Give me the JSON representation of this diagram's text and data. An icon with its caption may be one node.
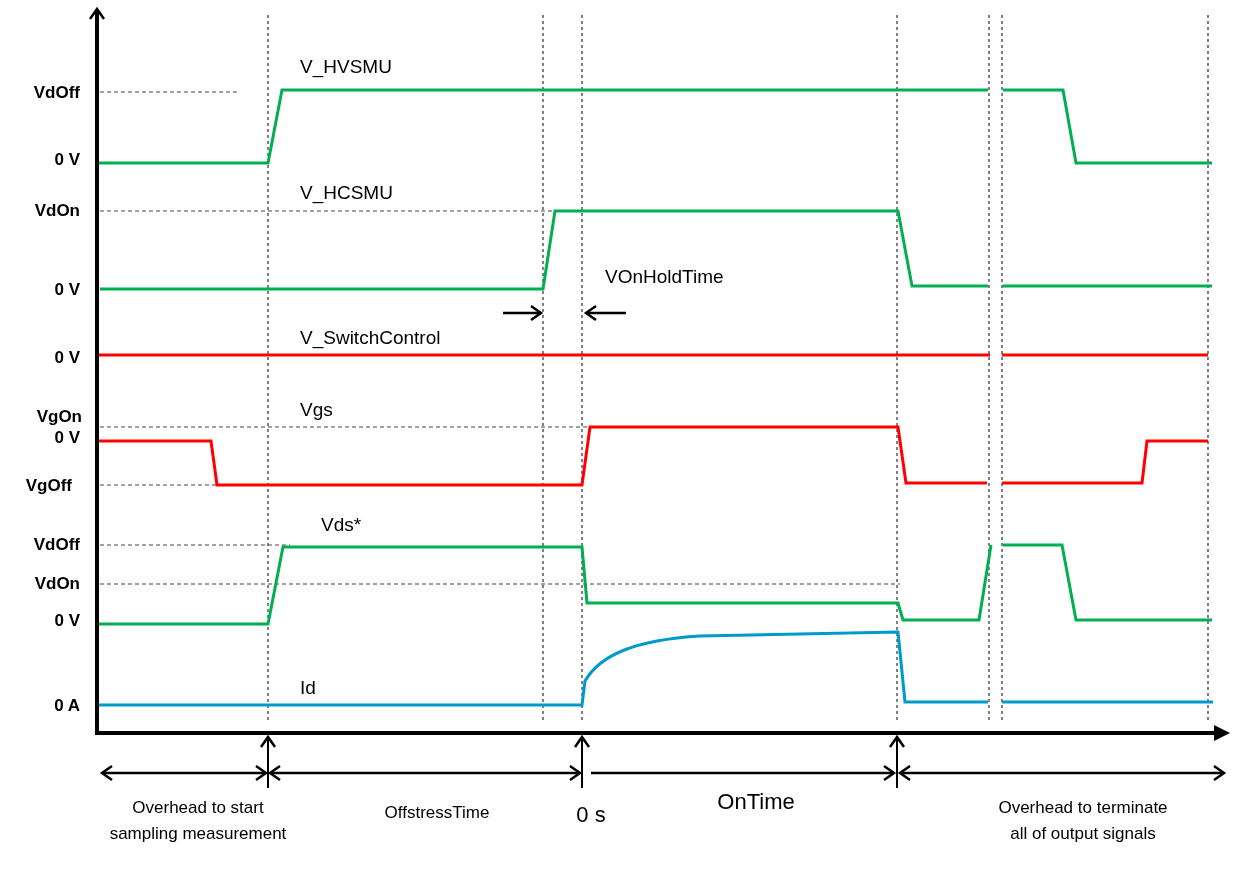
{
  "diagram": {
    "labels": [
      "V_HVSMU",
      "VdOff",
      "0 V",
      "V_HCSMU",
      "VdOn",
      "VOnHoldTime",
      "0 V",
      "V_SwitchControl",
      "0 V",
      "Vgs",
      "VgOn",
      "0 V",
      "VgOff",
      "Vds*",
      "VdOff",
      "VdOn",
      "0 V",
      "Id",
      "0 A",
      "Overhead to start sampling measurement",
      "OffstressTime",
      "0 s",
      "OnTime",
      "Overhead to terminate all of output signals"
    ]
  }
}
